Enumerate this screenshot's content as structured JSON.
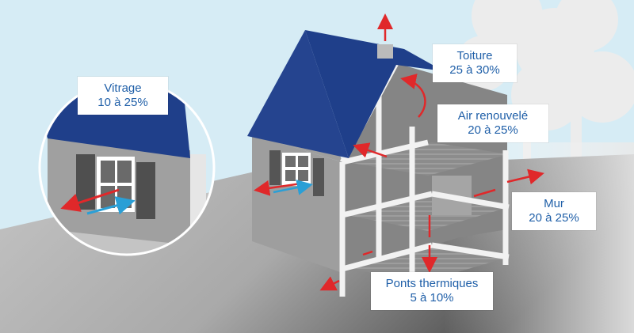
{
  "labels": {
    "vitrage": {
      "name": "Vitrage",
      "value": "10 à 25%"
    },
    "toiture": {
      "name": "Toiture",
      "value": "25 à 30%"
    },
    "air": {
      "name": "Air renouvelé",
      "value": "20 à 25%"
    },
    "mur": {
      "name": "Mur",
      "value": "20 à 25%"
    },
    "ponts": {
      "name": "Ponts thermiques",
      "value": "5 à 10%"
    }
  },
  "colors": {
    "sky": "#d6ecf5",
    "ground": "#bdbdbd",
    "ground_dark": "#5e5e5e",
    "wall": "#9e9e9e",
    "wall_dark": "#7d7d7d",
    "roof": "#1f3f8a",
    "frame": "#f2f2f2",
    "arrow_heat": "#e0282a",
    "arrow_cold": "#2a9fd6",
    "label_text": "#1f5fa8"
  }
}
